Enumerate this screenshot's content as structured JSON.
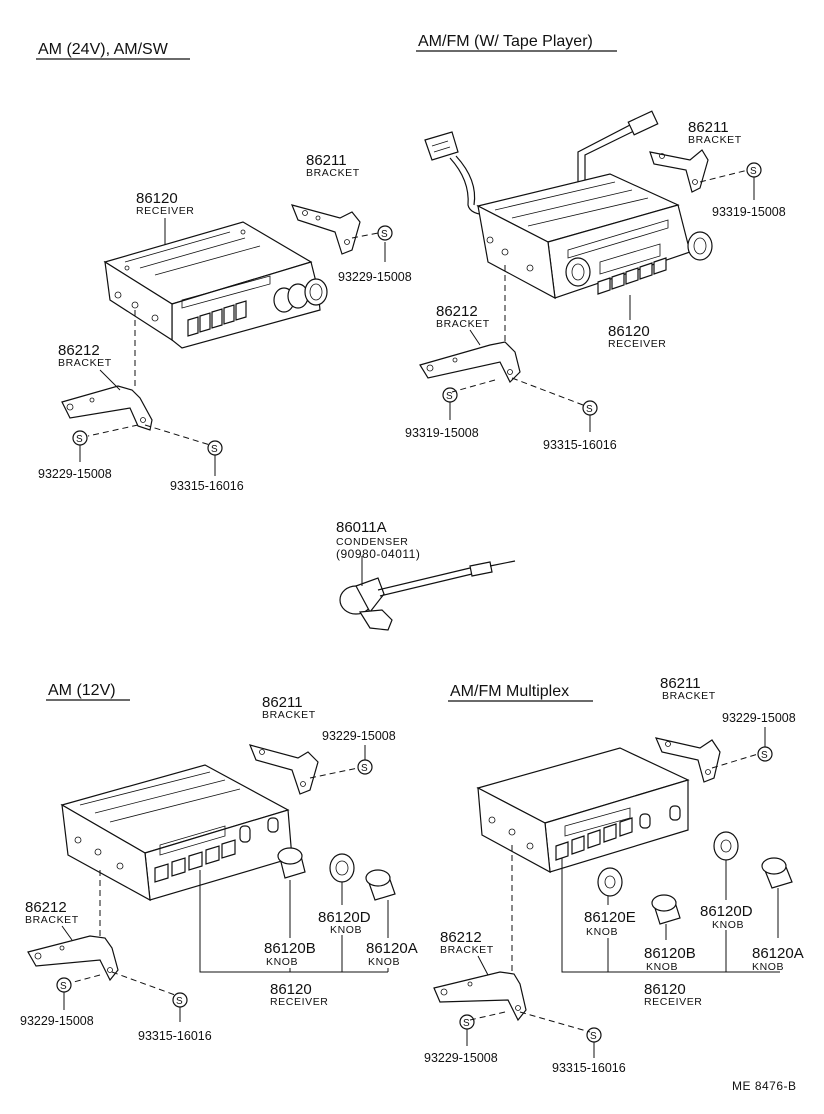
{
  "sections": {
    "am24": "AM (24V), AM/SW",
    "amfm_tape": "AM/FM (W/ Tape Player)",
    "am12": "AM (12V)",
    "amfm_multiplex": "AM/FM Multiplex"
  },
  "parts": {
    "bracket_86211": {
      "number": "86211",
      "name": "BRACKET"
    },
    "bracket_86212": {
      "number": "86212",
      "name": "BRACKET"
    },
    "receiver_86120": {
      "number": "86120",
      "name": "RECEIVER"
    },
    "condenser": {
      "number": "86011A",
      "name": "CONDENSER",
      "ref": "(90980-04011)"
    },
    "knob_a": {
      "number": "86120A",
      "name": "KNOB"
    },
    "knob_b": {
      "number": "86120B",
      "name": "KNOB"
    },
    "knob_d": {
      "number": "86120D",
      "name": "KNOB"
    },
    "knob_e": {
      "number": "86120E",
      "name": "KNOB"
    }
  },
  "fasteners": {
    "f1": "93229-15008",
    "f2": "93315-16016",
    "f3": "93319-15008",
    "washer_symbol": "S"
  },
  "footer": {
    "code": "ME  8476-B"
  }
}
